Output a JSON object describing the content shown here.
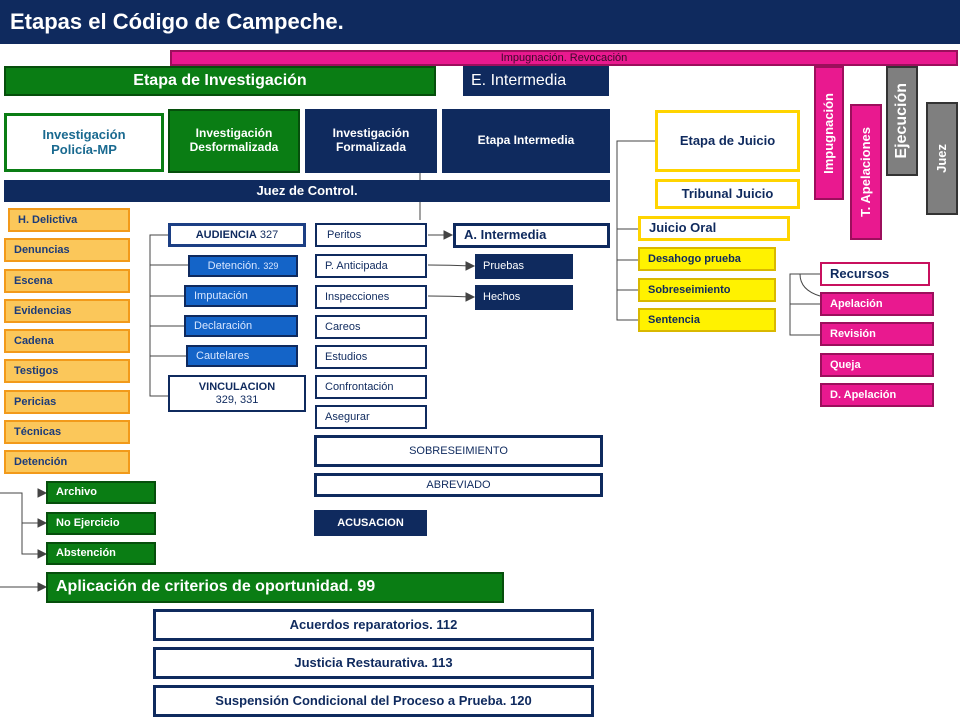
{
  "title": "Etapas el Código de Campeche.",
  "impugnacion_banner": "Impugnación.  Revocación",
  "headers": {
    "investigacion": "Etapa de Investigación",
    "intermedia": "E. Intermedia"
  },
  "stages": {
    "policia_mp": "Investigación Policía-MP",
    "desformalizada": "Investigación Desformalizada",
    "formalizada": "Investigación Formalizada",
    "etapa_intermedia": "Etapa Intermedia",
    "juez_control": "Juez de Control."
  },
  "diligencias": [
    "H. Delictiva",
    "Denuncias",
    "Escena",
    "Evidencias",
    "Cadena",
    "Testigos",
    "Pericias",
    "Técnicas",
    "Detención"
  ],
  "audiencia": {
    "label": "AUDIENCIA",
    "number": "327",
    "items": [
      {
        "label": "Detención.",
        "number": "329"
      },
      {
        "label": "Imputación",
        "number": ""
      },
      {
        "label": "Declaración",
        "number": ""
      },
      {
        "label": "Cautelares",
        "number": ""
      }
    ],
    "vinculacion": "VINCULACION",
    "vinculacion_articulos": "329, 331"
  },
  "investigacion_items": [
    "Peritos",
    "P. Anticipada",
    "Inspecciones",
    "Careos",
    "Estudios",
    "Confrontación",
    "Asegurar"
  ],
  "cierre": {
    "sobreseimiento": "SOBRESEIMIENTO",
    "abreviado": "ABREVIADO",
    "acusacion": "ACUSACION"
  },
  "intermedia": {
    "title": "A. Intermedia",
    "items": [
      "Pruebas",
      "Hechos"
    ]
  },
  "juicio": {
    "etapa": "Etapa de Juicio",
    "tribunal": "Tribunal Juicio",
    "oral": "Juicio Oral",
    "items": [
      "Desahogo  prueba",
      "Sobreseimiento",
      "Sentencia"
    ]
  },
  "recursos": {
    "title": "Recursos",
    "items": [
      "Apelación",
      "Revisión",
      "Queja",
      "D. Apelación"
    ]
  },
  "vertical": {
    "impugnacion": "Impugnación",
    "apelaciones": "T. Apelaciones",
    "ejecucion": "Ejecución",
    "juez": "Juez"
  },
  "salidas": [
    "Archivo",
    "No Ejercicio",
    "Abstención"
  ],
  "criterios": "Aplicación de criterios de oportunidad.   99",
  "alternativas": [
    "Acuerdos reparatorios. 112",
    "Justicia Restaurativa. 113",
    "Suspensión Condicional del Proceso a Prueba. 120"
  ],
  "colors": {
    "navy": "#0f2a5e",
    "green": "#0a7d14",
    "orange": "#fbc75a",
    "yellow": "#fff200",
    "pink": "#e9198f",
    "blue": "#1464c8",
    "gray": "#7f7f7f"
  }
}
